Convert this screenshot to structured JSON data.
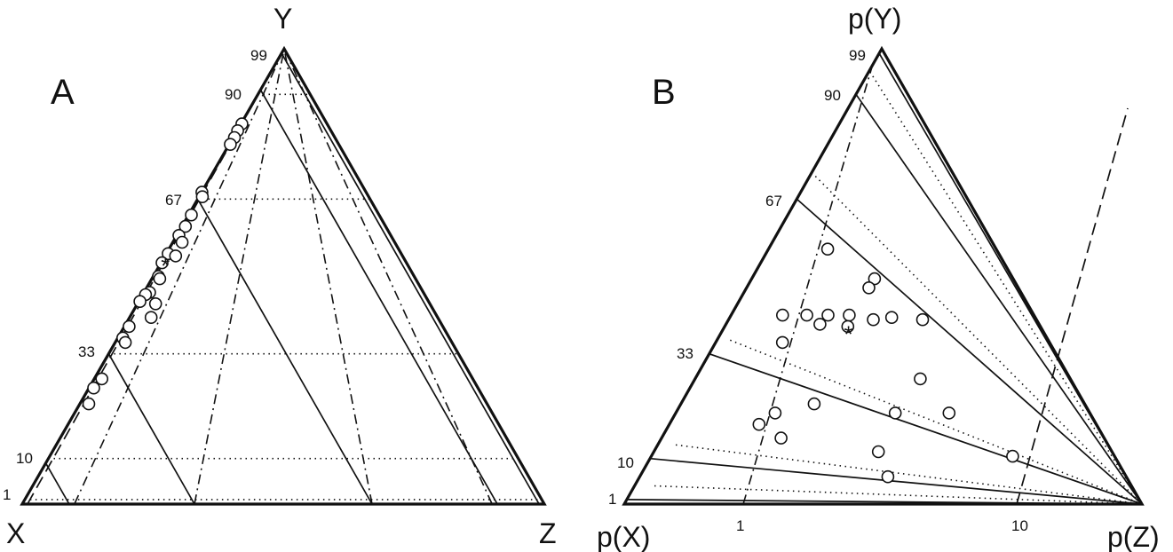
{
  "chart_data": [
    {
      "type": "scatter",
      "panel_label": "A",
      "vertex_labels": {
        "left": "X",
        "top": "Y",
        "right": "Z"
      },
      "y_ticks": [
        "1",
        "10",
        "33",
        "67",
        "90",
        "99"
      ],
      "y_tick_values": [
        1,
        10,
        33,
        67,
        90,
        99
      ],
      "y_levels": [
        1,
        10,
        33,
        67,
        90
      ],
      "solid_ratios": [
        0.09,
        0.33,
        0.67,
        0.91,
        0.99
      ],
      "dashdot_ratios": [
        0.1,
        0.33,
        0.67,
        0.9
      ],
      "dashed_ratios": [
        0.01
      ],
      "points": [
        {
          "y": 83.5,
          "z": 0.011
        },
        {
          "y": 82.0,
          "z": 0.007
        },
        {
          "y": 80.5,
          "z": 0.013
        },
        {
          "y": 79.0,
          "z": 0.011
        },
        {
          "y": 68.5,
          "z": 0.002
        },
        {
          "y": 67.5,
          "z": 0.02
        },
        {
          "y": 63.5,
          "z": 0.015
        },
        {
          "y": 61.0,
          "z": 0.017
        },
        {
          "y": 59.0,
          "z": 0.01
        },
        {
          "y": 57.5,
          "z": 0.042
        },
        {
          "y": 55.0,
          "z": 0.008
        },
        {
          "y": 54.5,
          "z": 0.045
        },
        {
          "y": 53.0,
          "z": 0.004
        },
        {
          "y": 50.0,
          "z": 0.02
        },
        {
          "y": 49.5,
          "z": 0.03
        },
        {
          "y": 46.5,
          "z": 0.02
        },
        {
          "y": 46.0,
          "z": 0.01
        },
        {
          "y": 44.5,
          "z": 0.004
        },
        {
          "y": 44.0,
          "z": 0.062
        },
        {
          "y": 41.0,
          "z": 0.07
        },
        {
          "y": 39.0,
          "z": 0.015
        },
        {
          "y": 36.5,
          "z": 0.015
        },
        {
          "y": 35.5,
          "z": 0.03
        },
        {
          "y": 27.5,
          "z": 0.02
        },
        {
          "y": 25.5,
          "z": 0.012
        },
        {
          "y": 22.0,
          "z": 0.022
        }
      ],
      "star": {
        "y": 52.5,
        "z": 0.03
      }
    },
    {
      "type": "scatter",
      "panel_label": "B",
      "vertex_labels": {
        "left": "p(X)",
        "top": "p(Y)",
        "right": "p(Z)"
      },
      "y_ticks": [
        "1",
        "10",
        "33",
        "67",
        "90",
        "99"
      ],
      "y_tick_values": [
        1,
        10,
        33,
        67,
        90,
        99
      ],
      "x_ticks": [
        "1",
        "10"
      ],
      "solid_levels": [
        1,
        10,
        33,
        67,
        90,
        99
      ],
      "dotted_levels": [
        1,
        10,
        33,
        67,
        90
      ],
      "points": [
        {
          "y": 56.0,
          "z": 0.26
        },
        {
          "y": 49.5,
          "z": 0.47
        },
        {
          "y": 47.5,
          "z": 0.45
        },
        {
          "y": 41.5,
          "z": 0.17
        },
        {
          "y": 41.5,
          "z": 0.25
        },
        {
          "y": 41.5,
          "z": 0.32
        },
        {
          "y": 41.5,
          "z": 0.39
        },
        {
          "y": 41.0,
          "z": 0.53
        },
        {
          "y": 40.5,
          "z": 0.47
        },
        {
          "y": 40.5,
          "z": 0.63
        },
        {
          "y": 39.5,
          "z": 0.3
        },
        {
          "y": 39.0,
          "z": 0.39
        },
        {
          "y": 35.5,
          "z": 0.2
        },
        {
          "y": 27.5,
          "z": 0.6
        },
        {
          "y": 22.0,
          "z": 0.33
        },
        {
          "y": 20.0,
          "z": 0.24
        },
        {
          "y": 20.0,
          "z": 0.53
        },
        {
          "y": 20.0,
          "z": 0.66
        },
        {
          "y": 17.5,
          "z": 0.21
        },
        {
          "y": 14.5,
          "z": 0.27
        },
        {
          "y": 11.5,
          "z": 0.49
        },
        {
          "y": 10.5,
          "z": 0.78
        },
        {
          "y": 6.0,
          "z": 0.51
        }
      ],
      "star": {
        "y": 37.5,
        "z": 0.4
      }
    }
  ]
}
